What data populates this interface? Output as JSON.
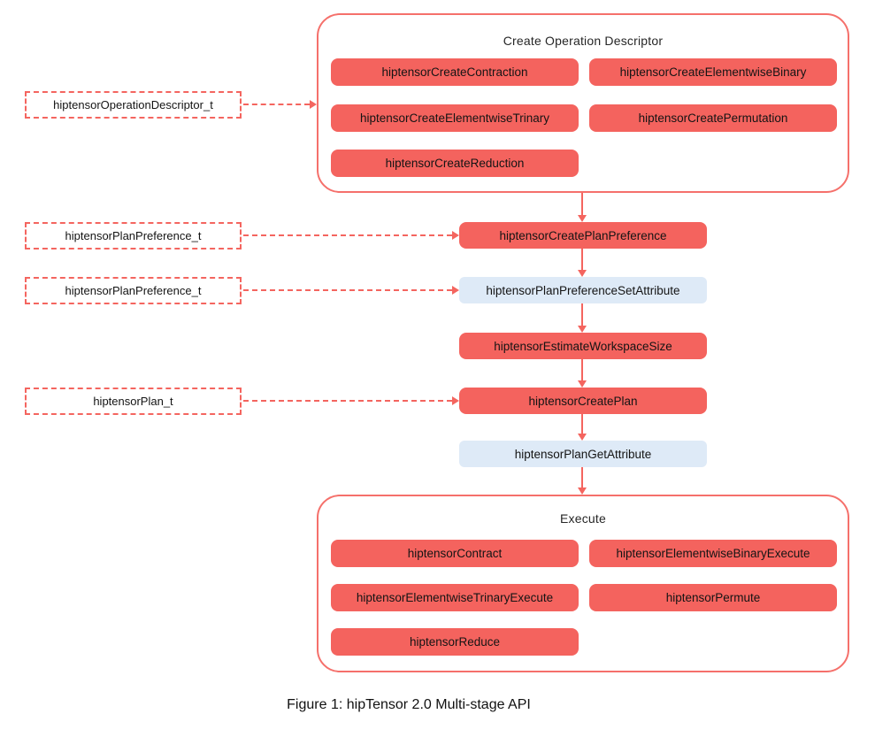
{
  "palette": {
    "node_red": "#F4635E",
    "node_blue": "#DEEAF7",
    "line_red": "#F4655F",
    "group_border": "#F5706B",
    "text": "#141414"
  },
  "top_group": {
    "title": "Create Operation Descriptor",
    "buttons": [
      {
        "label": "hiptensorCreateContraction"
      },
      {
        "label": "hiptensorCreateElementwiseBinary"
      },
      {
        "label": "hiptensorCreateElementwiseTrinary"
      },
      {
        "label": "hiptensorCreatePermutation"
      },
      {
        "label": "hiptensorCreateReduction"
      }
    ]
  },
  "left_labels": [
    {
      "label": "hiptensorOperationDescriptor_t"
    },
    {
      "label": "hiptensorPlanPreference_t"
    },
    {
      "label": "hiptensorPlanPreference_t"
    },
    {
      "label": "hiptensorPlan_t"
    }
  ],
  "pipeline": [
    {
      "label": "hiptensorCreatePlanPreference",
      "style": "red"
    },
    {
      "label": "hiptensorPlanPreferenceSetAttribute",
      "style": "blue"
    },
    {
      "label": "hiptensorEstimateWorkspaceSize",
      "style": "red"
    },
    {
      "label": "hiptensorCreatePlan",
      "style": "red"
    },
    {
      "label": "hiptensorPlanGetAttribute",
      "style": "blue"
    }
  ],
  "execute_group": {
    "title": "Execute",
    "buttons": [
      {
        "label": "hiptensorContract"
      },
      {
        "label": "hiptensorElementwiseBinaryExecute"
      },
      {
        "label": "hiptensorElementwiseTrinaryExecute"
      },
      {
        "label": "hiptensorPermute"
      },
      {
        "label": "hiptensorReduce"
      }
    ]
  },
  "figure": {
    "caption": "Figure 1: hipTensor 2.0 Multi-stage API"
  }
}
